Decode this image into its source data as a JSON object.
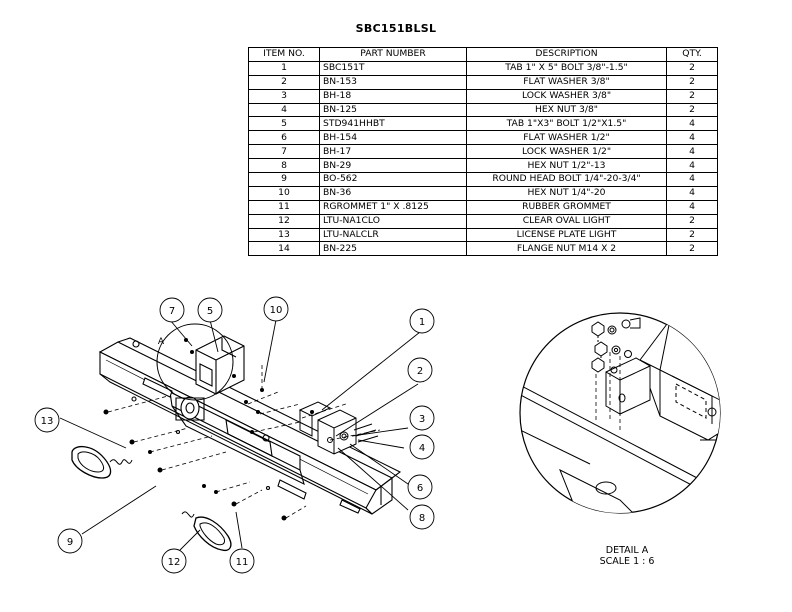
{
  "title": "SBC151BLSL",
  "table": {
    "headers": [
      "ITEM NO.",
      "PART NUMBER",
      "DESCRIPTION",
      "QTY."
    ],
    "rows": [
      [
        "1",
        "SBC151T",
        "TAB 1\" X 5\" BOLT 3/8\"-1.5\"",
        "2"
      ],
      [
        "2",
        "BN-153",
        "FLAT WASHER 3/8\"",
        "2"
      ],
      [
        "3",
        "BH-18",
        "LOCK WASHER 3/8\"",
        "2"
      ],
      [
        "4",
        "BN-125",
        "HEX NUT 3/8\"",
        "2"
      ],
      [
        "5",
        "STD941HHBT",
        "TAB 1\"X3\" BOLT 1/2\"X1.5\"",
        "4"
      ],
      [
        "6",
        "BH-154",
        "FLAT WASHER 1/2\"",
        "4"
      ],
      [
        "7",
        "BH-17",
        "LOCK WASHER 1/2\"",
        "4"
      ],
      [
        "8",
        "BN-29",
        "HEX NUT 1/2\"-13",
        "4"
      ],
      [
        "9",
        "BO-562",
        "ROUND HEAD BOLT 1/4\"-20-3/4\"",
        "4"
      ],
      [
        "10",
        "BN-36",
        "HEX NUT 1/4\"-20",
        "4"
      ],
      [
        "11",
        "RGROMMET 1\" X .8125",
        "RUBBER GROMMET",
        "4"
      ],
      [
        "12",
        "LTU-NA1CLO",
        "CLEAR OVAL LIGHT",
        "2"
      ],
      [
        "13",
        "LTU-NALCLR",
        "LICENSE PLATE LIGHT",
        "2"
      ],
      [
        "14",
        "BN-225",
        "FLANGE NUT M14 X 2",
        "2"
      ]
    ]
  },
  "callouts": [
    "1",
    "2",
    "3",
    "4",
    "5",
    "6",
    "7",
    "8",
    "9",
    "10",
    "11",
    "12",
    "13"
  ],
  "detail_letter": "A",
  "detail_title": "DETAIL A",
  "detail_scale": "SCALE 1 : 6"
}
